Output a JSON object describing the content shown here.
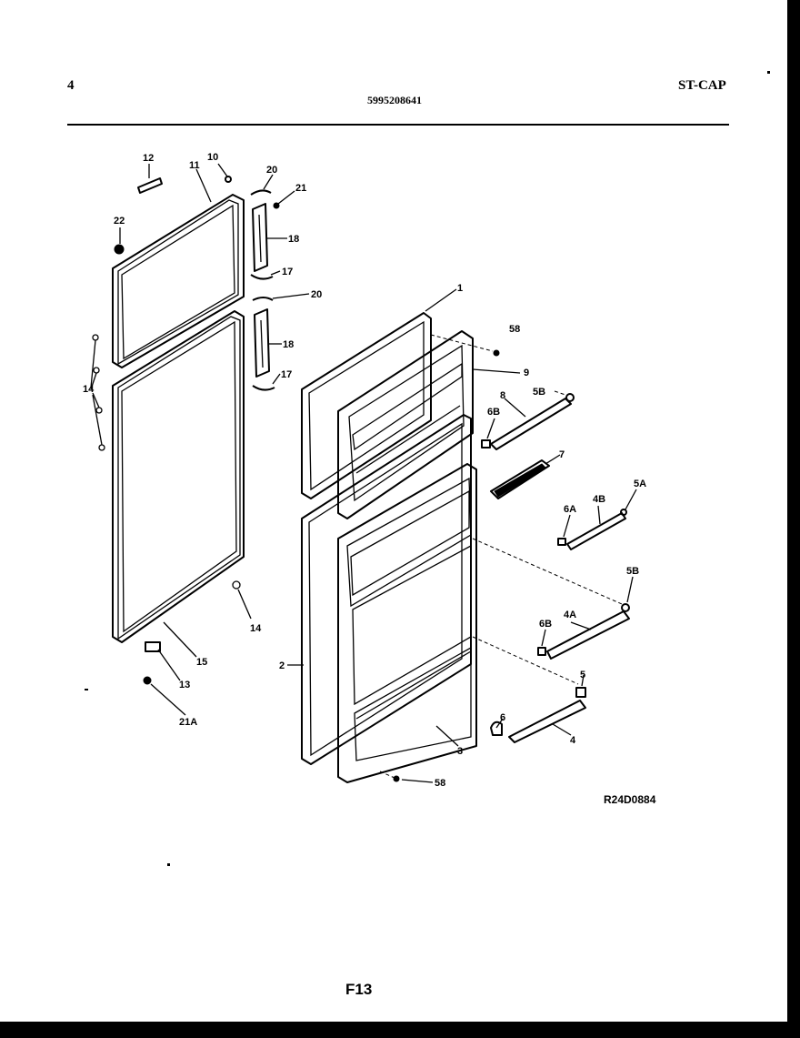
{
  "header": {
    "page_number": "4",
    "document_code": "5995208641",
    "model_code": "ST-CAP"
  },
  "diagram": {
    "callouts": [
      "12",
      "11",
      "10",
      "20",
      "21",
      "22",
      "18",
      "17",
      "20",
      "18",
      "17",
      "14",
      "1",
      "58",
      "9",
      "8",
      "5B",
      "6B",
      "7",
      "5A",
      "4B",
      "6A",
      "5B",
      "4A",
      "6B",
      "5",
      "6",
      "4",
      "3",
      "2",
      "15",
      "13",
      "21A",
      "14",
      "58"
    ]
  },
  "footer": {
    "drawing_reference": "R24D0884",
    "figure_id": "F13"
  }
}
